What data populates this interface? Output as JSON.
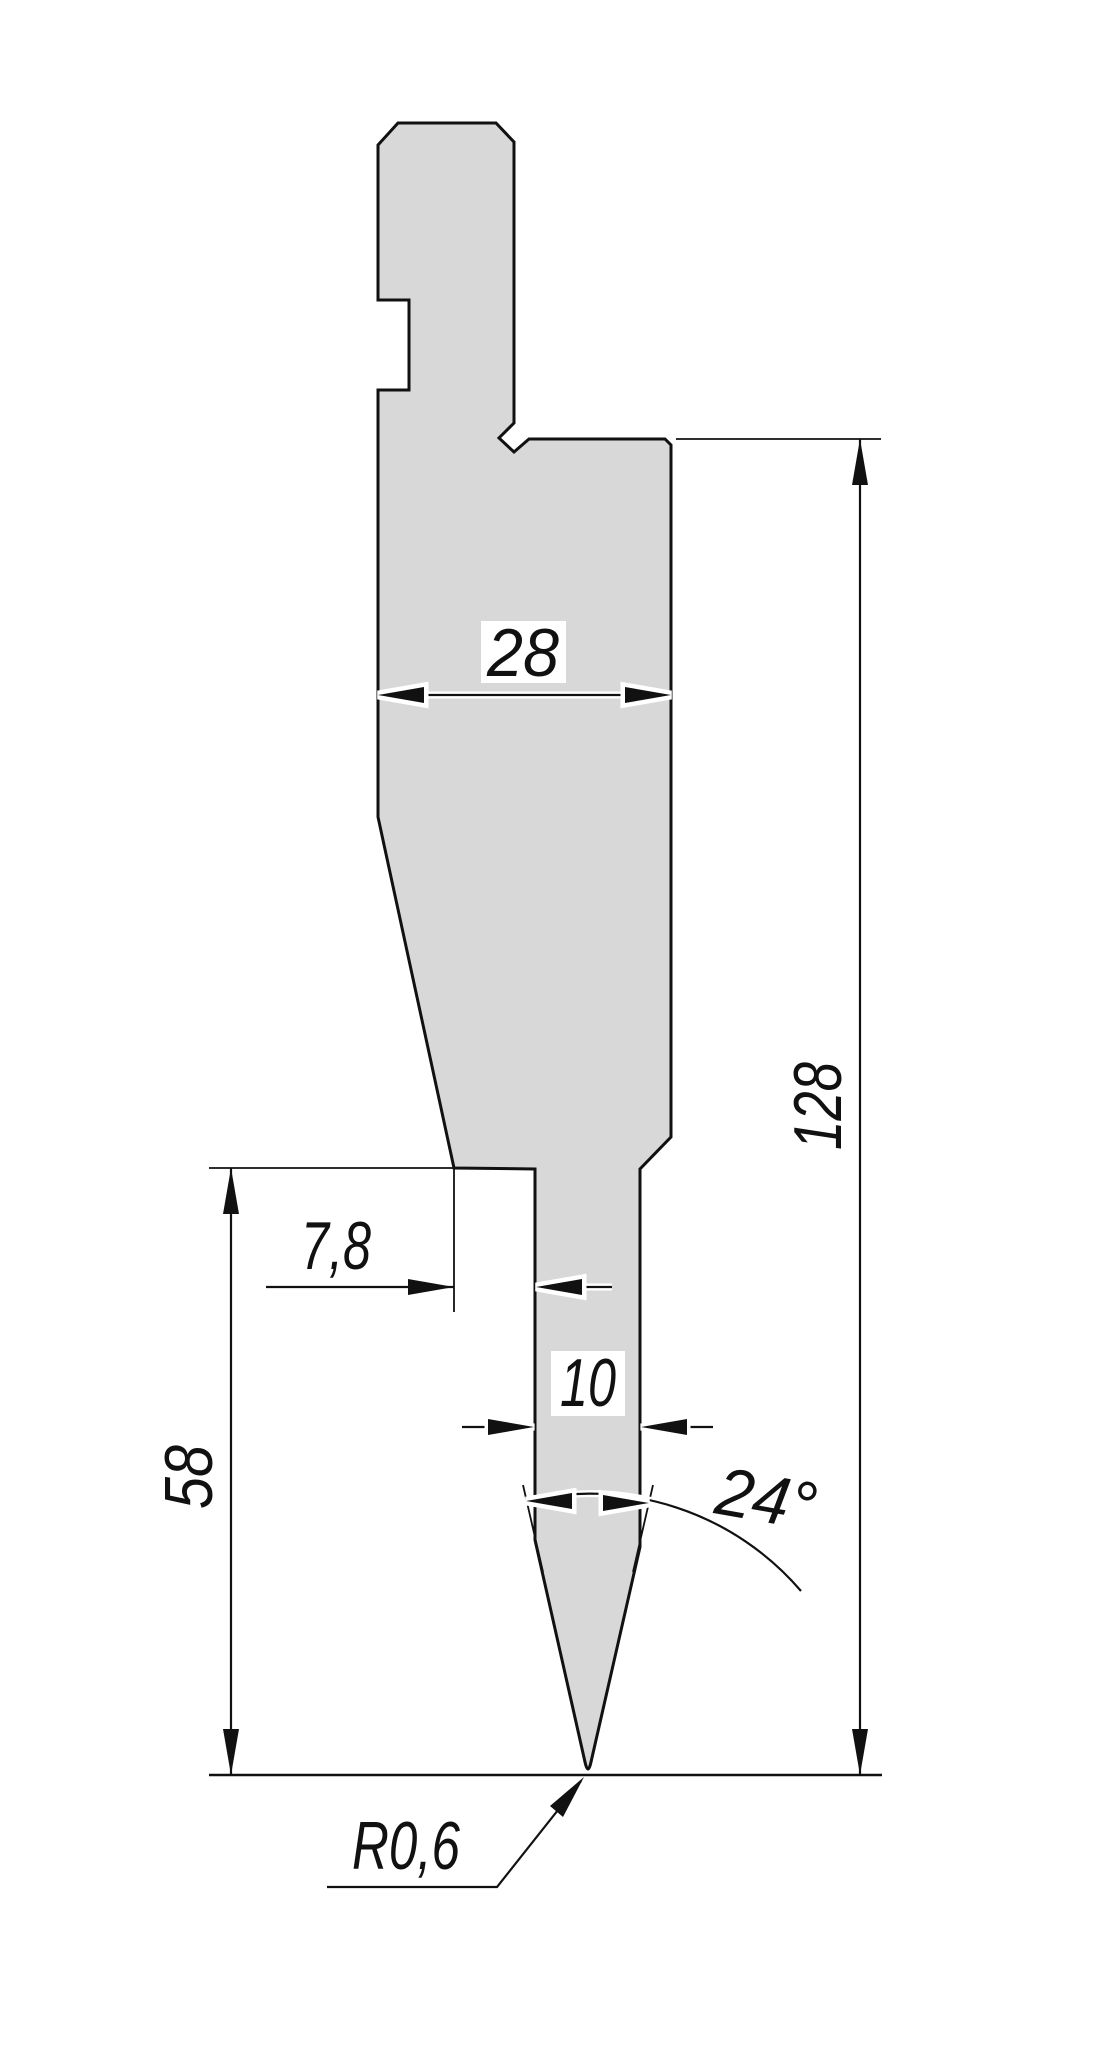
{
  "drawing": {
    "type": "technical-drawing",
    "subject": "press-brake punch profile (side view)",
    "dimensions": {
      "body_width": "28",
      "overall_height": "128",
      "shoulder_offset": "7,8",
      "working_height": "58",
      "shank_width": "10",
      "tip_angle": "24°",
      "tip_radius": "R0,6"
    },
    "colors": {
      "background": "#ffffff",
      "part_fill": "#d8d8d8",
      "line": "#111111",
      "label_background": "#ffffff"
    }
  }
}
